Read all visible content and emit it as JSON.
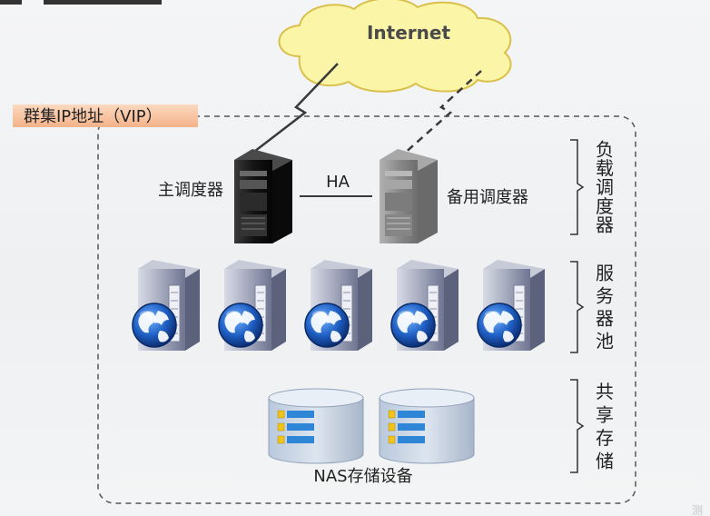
{
  "internet": {
    "label": "Internet"
  },
  "cluster": {
    "vip_label": "群集IP地址（VIP）"
  },
  "schedulers": {
    "primary_label": "主调度器",
    "backup_label": "备用调度器",
    "link_label": "HA"
  },
  "storage": {
    "label": "NAS存储设备"
  },
  "layers": [
    {
      "name": "load-balancer",
      "chars": [
        "负",
        "载",
        "调",
        "度",
        "器"
      ]
    },
    {
      "name": "server-pool",
      "chars": [
        "服",
        "务",
        "器",
        "池"
      ]
    },
    {
      "name": "shared-storage",
      "chars": [
        "共",
        "享",
        "存",
        "储"
      ]
    }
  ],
  "colors": {
    "cloud_fill": "#fbf5a8",
    "cloud_stroke": "#d9c04a",
    "vip_fill": "#f7c6a3",
    "primary_server": "#1c1c1c",
    "backup_server": "#8e8e8e",
    "globe": "#1f5fc4",
    "storage_bar": "#2f86d6"
  }
}
